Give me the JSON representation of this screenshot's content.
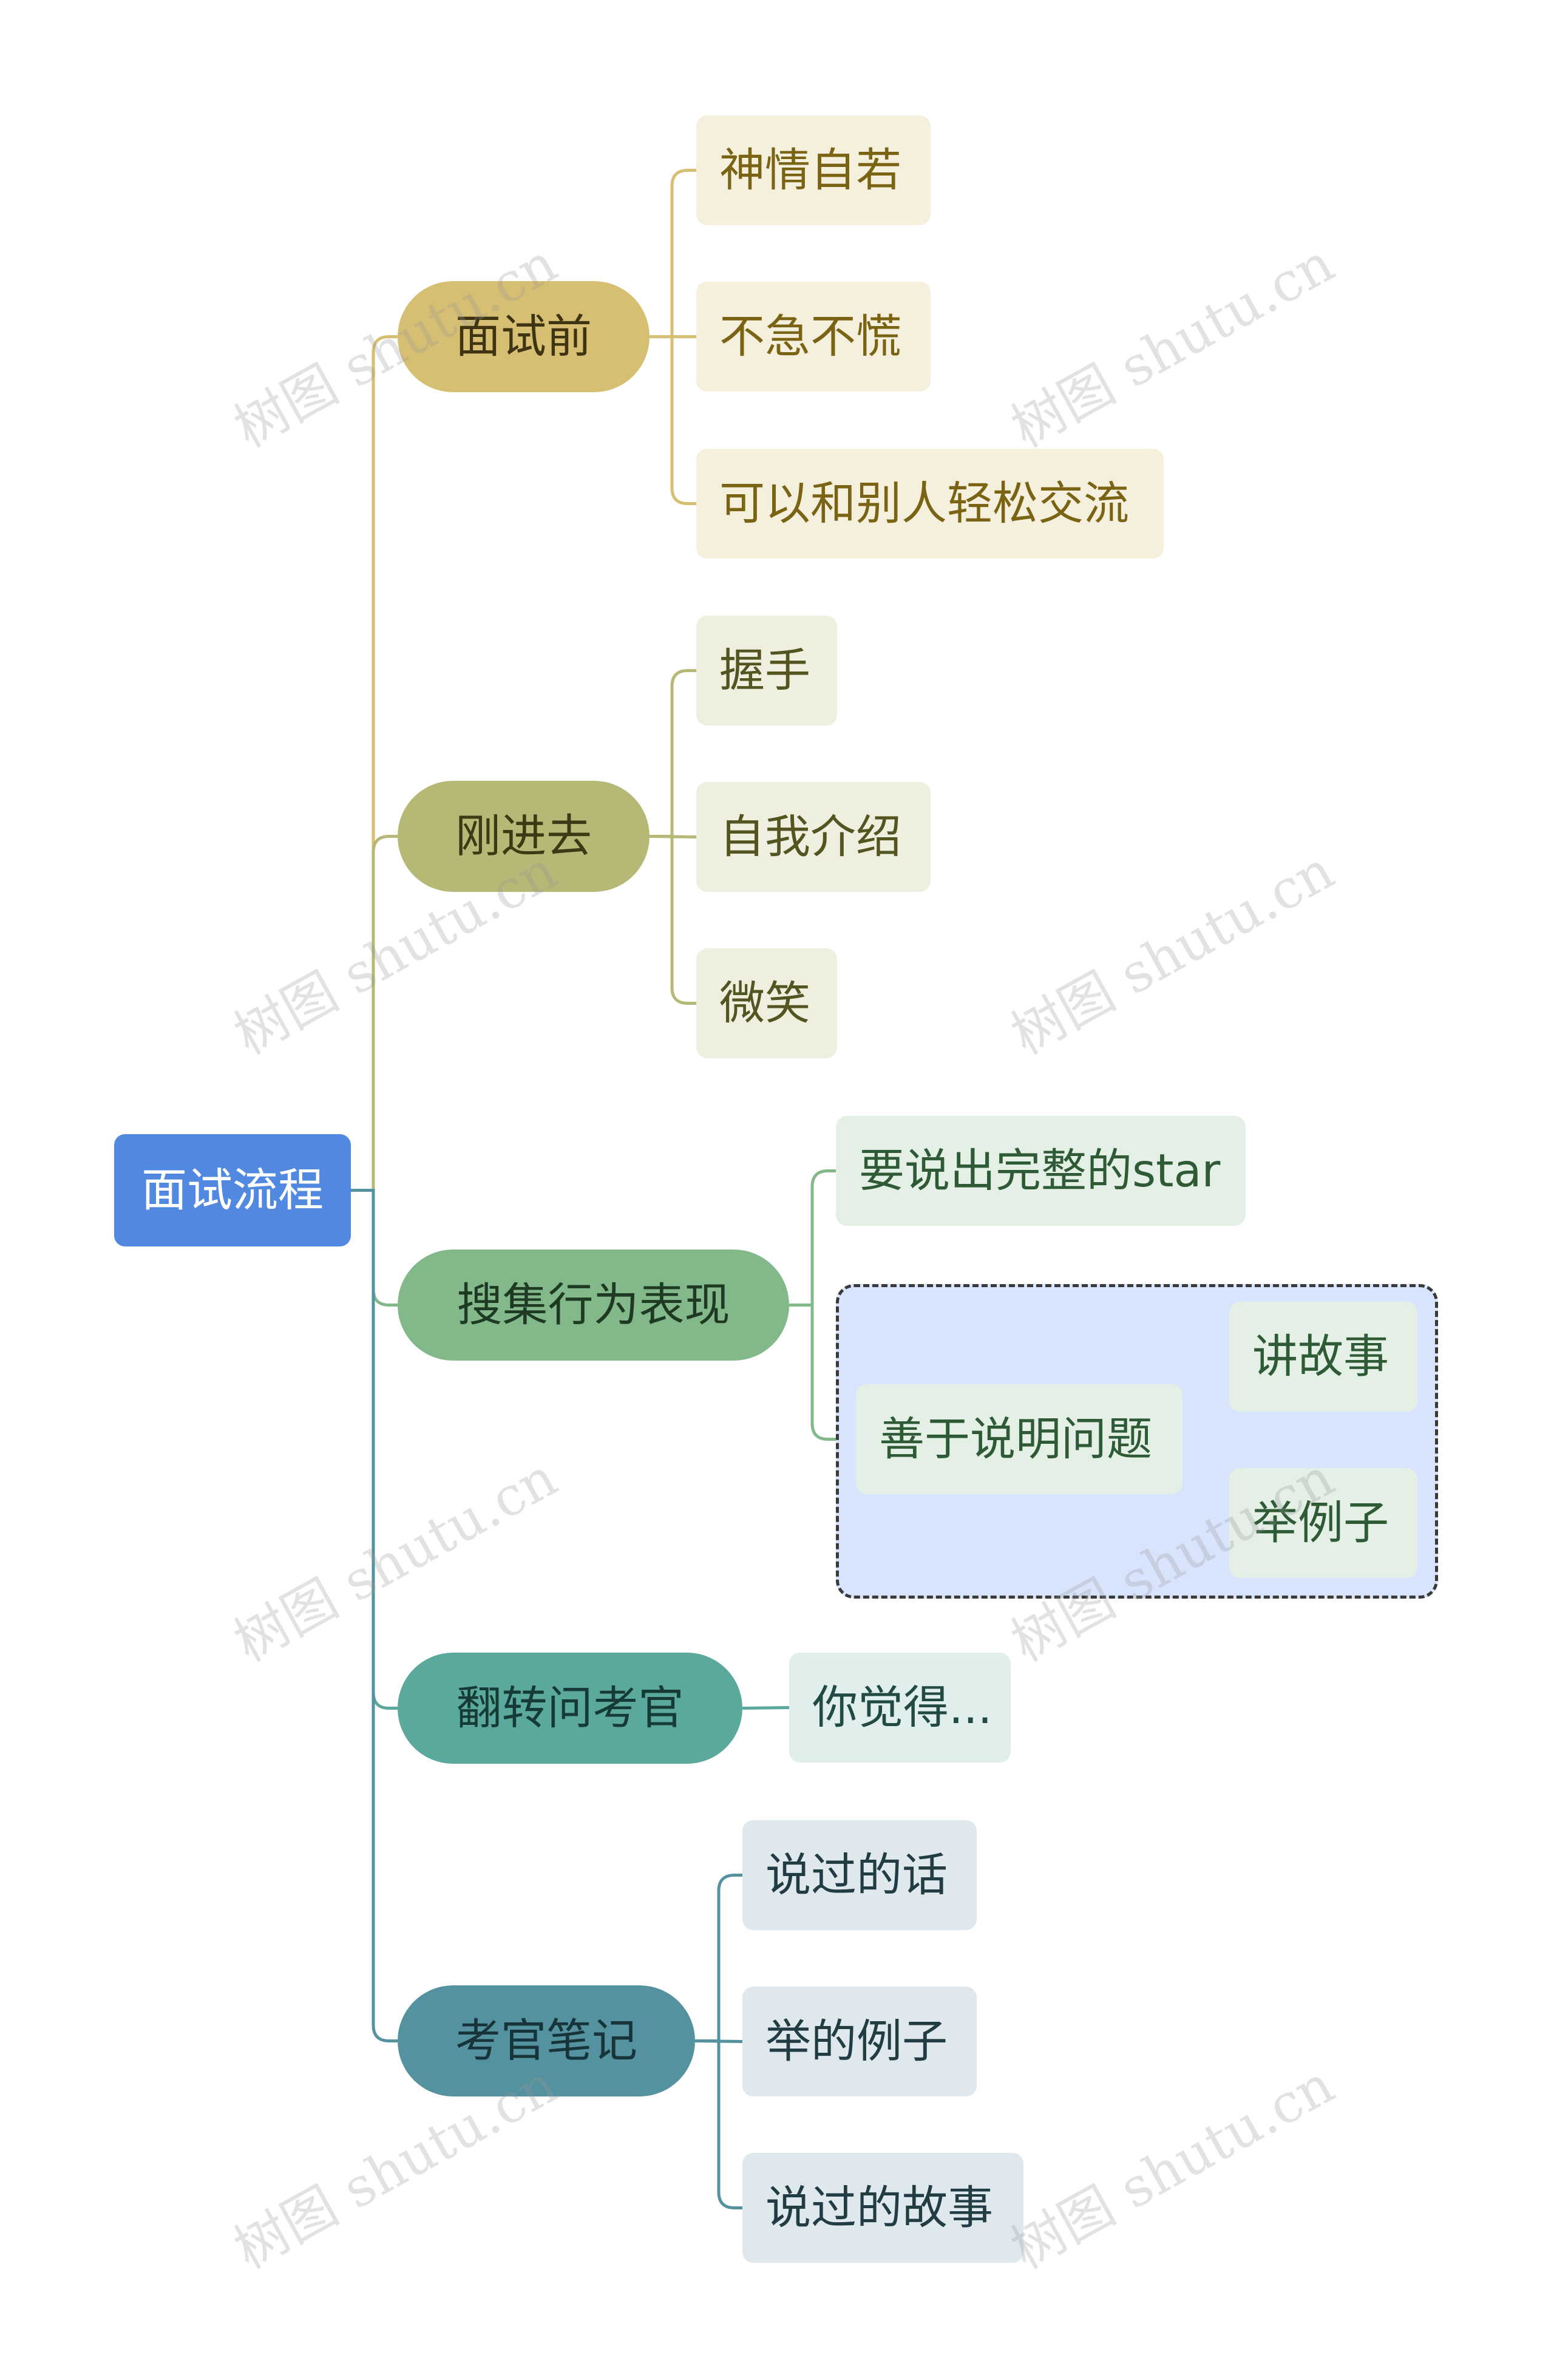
{
  "root": {
    "label": "面试流程",
    "color": "#5289E0",
    "text_color": "#FFFFFF"
  },
  "branches": [
    {
      "label": "面试前",
      "color": "#D6BE72",
      "text_color": "#3E3412",
      "leaf_bg": "#F5F0DD",
      "leaf_text": "#7A6414",
      "line": "#D6BE72",
      "children": [
        "神情自若",
        "不急不慌",
        "可以和别人轻松交流"
      ]
    },
    {
      "label": "刚进去",
      "color": "#B6B876",
      "text_color": "#3A3A14",
      "leaf_bg": "#EFEFE0",
      "leaf_text": "#545420",
      "line": "#B6B876",
      "children": [
        "握手",
        "自我介绍",
        "微笑"
      ]
    },
    {
      "label": "搜集行为表现",
      "color": "#82B88A",
      "text_color": "#1E3A22",
      "leaf_bg": "#E4EFE5",
      "leaf_text": "#2E5B36",
      "line": "#82B88A",
      "children": [
        "要说出完整的star",
        {
          "label": "善于说明问题",
          "children": [
            "讲故事",
            "举例子"
          ]
        }
      ]
    },
    {
      "label": "翻转问考官",
      "color": "#5BA89C",
      "text_color": "#163A35",
      "leaf_bg": "#E0EEEC",
      "leaf_text": "#224A44",
      "line": "#5BA89C",
      "children": [
        "你觉得..."
      ]
    },
    {
      "label": "考官笔记",
      "color": "#5592A0",
      "text_color": "#16343A",
      "leaf_bg": "#DFE8EC",
      "leaf_text": "#223C44",
      "line": "#5592A0",
      "children": [
        "说过的话",
        "举的例子",
        "说过的故事"
      ]
    }
  ],
  "watermark": "树图 shutu.cn",
  "group_box_color": "#D8E4FB"
}
